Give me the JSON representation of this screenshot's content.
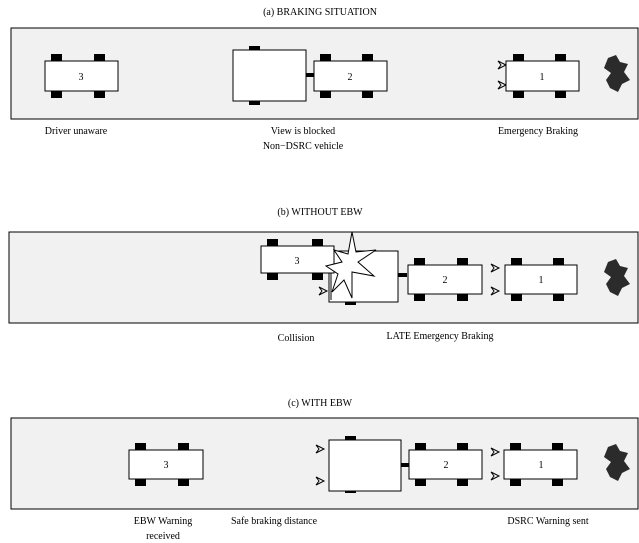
{
  "panels": {
    "a": {
      "title": "(a) BRAKING SITUATION",
      "cars": {
        "c3": "3",
        "c2": "2",
        "c1": "1"
      },
      "labels": {
        "driver_unaware": "Driver unaware",
        "view_blocked": "View is blocked",
        "non_dsrc": "Non−DSRC vehicle",
        "emergency_braking": "Emergency Braking"
      }
    },
    "b": {
      "title": "(b) WITHOUT EBW",
      "cars": {
        "c3": "3",
        "c2": "2",
        "c1": "1"
      },
      "labels": {
        "collision": "Collision",
        "late_braking": "LATE Emergency Braking"
      }
    },
    "c": {
      "title": "(c) WITH EBW",
      "cars": {
        "c3": "3",
        "c2": "2",
        "c1": "1"
      },
      "labels": {
        "ebw_warning": "EBW Warning",
        "received": "received",
        "safe_distance": "Safe braking distance",
        "dsrc_sent": "DSRC Warning sent"
      }
    }
  }
}
